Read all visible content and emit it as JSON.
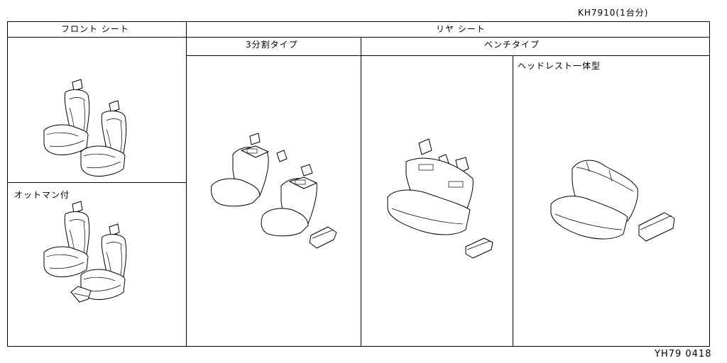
{
  "catalog_code": "KH7910(1台分)",
  "footer_code": "YH79  0418",
  "headers": {
    "front_seat": "フロント シート",
    "rear_seat": "リヤ シート",
    "three_split": "3分割タイプ",
    "bench": "ベンチタイプ"
  },
  "labels": {
    "ottoman": "オットマン付",
    "headrest_integrated": "ヘッドレスト一体型"
  }
}
